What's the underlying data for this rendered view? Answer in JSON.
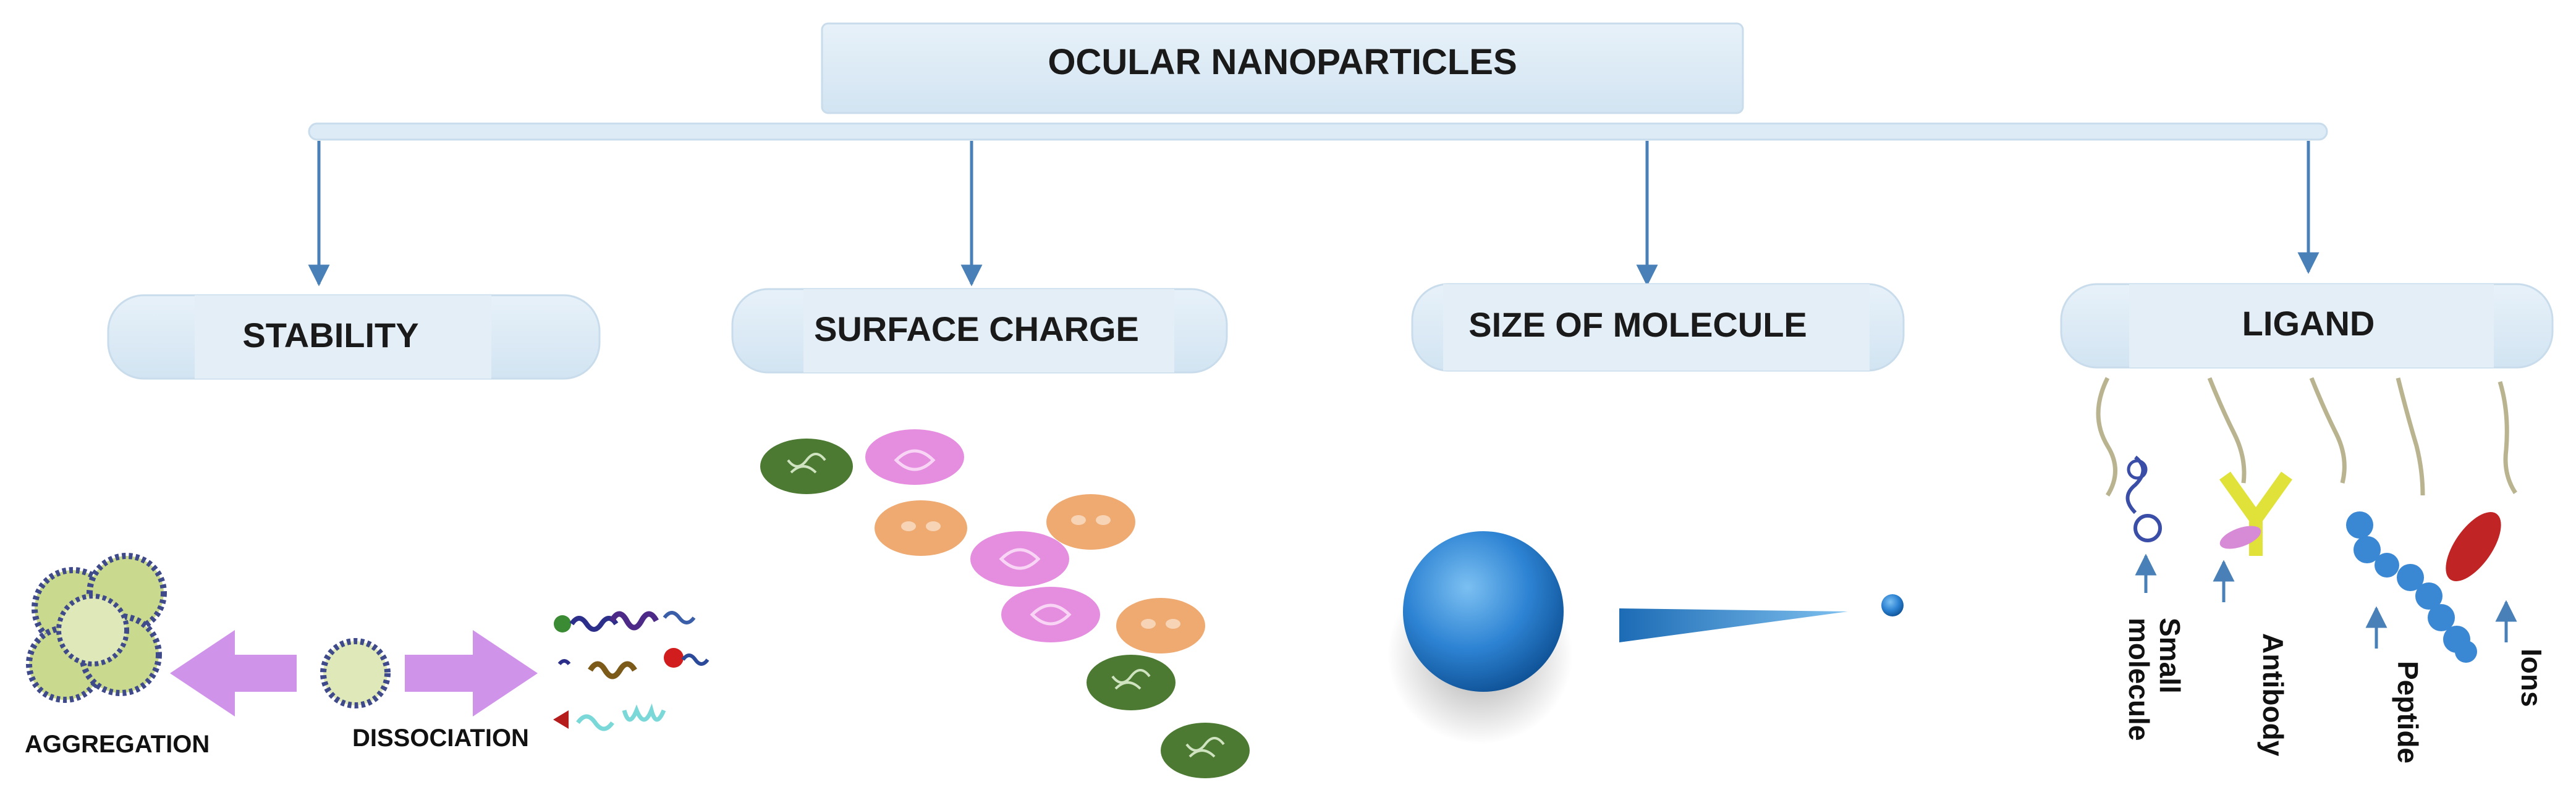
{
  "title": "OCULAR NANOPARTICLES",
  "categories": [
    {
      "label": "STABILITY"
    },
    {
      "label": "SURFACE CHARGE"
    },
    {
      "label": "SIZE OF MOLECULE"
    },
    {
      "label": "LIGAND"
    }
  ],
  "stability": {
    "aggregation_label": "AGGREGATION",
    "dissociation_label": "DISSOCIATION"
  },
  "ligands": [
    {
      "label_line1": "Small",
      "label_line2": "molecule"
    },
    {
      "label_line1": "Antibody",
      "label_line2": ""
    },
    {
      "label_line1": "Peptide",
      "label_line2": ""
    },
    {
      "label_line1": "Ions",
      "label_line2": ""
    }
  ],
  "colors": {
    "pill": "#dcebf6",
    "pill_edge": "#c7def0",
    "arrow": "#4a80b8",
    "purple_arrow": "#cf93ea",
    "green_disc": "#4d7a32",
    "pink_disc": "#e58ee0",
    "orange_disc": "#efaa72",
    "sphere": "#2d83d3",
    "antibody": "#e0e23a",
    "peptide": "#3a87d3",
    "ion": "#c02424"
  }
}
